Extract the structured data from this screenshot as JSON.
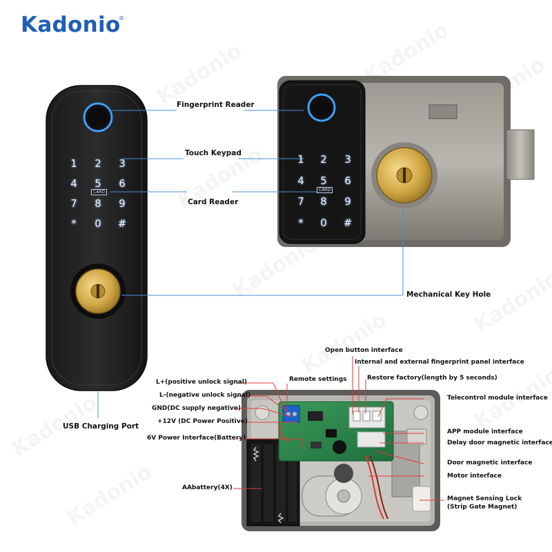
{
  "brand": {
    "name": "Kadonio",
    "reg": "®",
    "watermark": "Kadonio"
  },
  "top_labels": {
    "fingerprint": "Fingerprint Reader",
    "keypad": "Touch Keypad",
    "card": "Card Reader",
    "keyhole": "Mechanical Key Hole",
    "usb": "USB Charging Port"
  },
  "keypad": {
    "rows": [
      [
        "1",
        "2",
        "3"
      ],
      [
        "4",
        "5",
        "6"
      ],
      [
        "7",
        "8",
        "9"
      ],
      [
        "*",
        "0",
        "#"
      ]
    ],
    "card_tag": "CARD"
  },
  "board_labels": {
    "open_button": "Open button interface",
    "internal_external": "Internal and external fingerprint panel interface",
    "remote": "Remote settings",
    "restore": "Restore factory(length by 5 seconds)",
    "l_plus": "L+(positive unlock signal)",
    "l_minus": "L-(negative unlock signal)",
    "gnd": "GND(DC supply negative)",
    "v12": "+12V (DC Power Positive)",
    "v6": "6V Power Interface(Battery)",
    "aa": "AAbattery(4X)",
    "telecontrol": "Telecontrol module interface",
    "app": "APP module interface",
    "delay_door": "Delay door magnetic interface",
    "door_mag": "Door magnetic interface",
    "motor": "Motor interface",
    "magnet_lock_1": "Magnet Sensing Lock",
    "magnet_lock_2": "(Strip Gate Magnet)"
  },
  "colors": {
    "brand": "#1f5fb5",
    "leader": "#4a90d9",
    "red_leader": "#e03a3a",
    "gold": "#c9a341"
  }
}
